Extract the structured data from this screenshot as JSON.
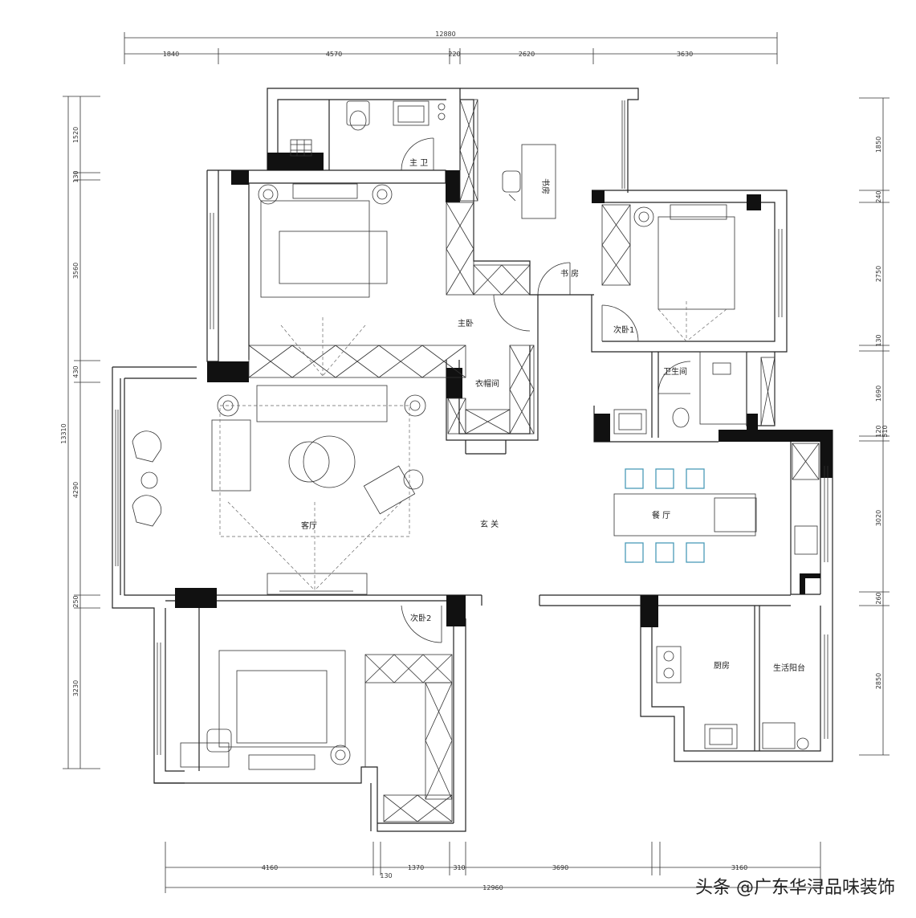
{
  "dimensions": {
    "top_total": "12880",
    "top_segments": [
      "1840",
      "4570",
      "220",
      "2620",
      "3630"
    ],
    "bottom_total": "12960",
    "bottom_segments": [
      "4160",
      "130",
      "1370",
      "310",
      "3690",
      "3160"
    ],
    "left_total": "13310",
    "left_segments": [
      "1520",
      "130",
      "3560",
      "430",
      "4290",
      "250",
      "3230"
    ],
    "right_segments": [
      "1850",
      "240",
      "2750",
      "130",
      "1690",
      "120",
      "3020",
      "260",
      "2850"
    ],
    "right_small": "510"
  },
  "rooms": {
    "master_bath": "主 卫",
    "study": "书房",
    "study_door": "书 房",
    "master_bedroom": "主卧",
    "wardrobe": "衣帽间",
    "second_bedroom_1": "次卧1",
    "bathroom": "卫生间",
    "living_room": "客厅",
    "entrance": "玄 关",
    "dining_room": "餐 厅",
    "second_bedroom_2": "次卧2",
    "kitchen": "厨房",
    "service_balcony": "生活阳台"
  },
  "watermark": "头条 @广东华浔品味装饰",
  "colors": {
    "wall": "#111111",
    "line": "#222222",
    "dash": "#666666",
    "chair_accent": "#4a9bb8"
  }
}
